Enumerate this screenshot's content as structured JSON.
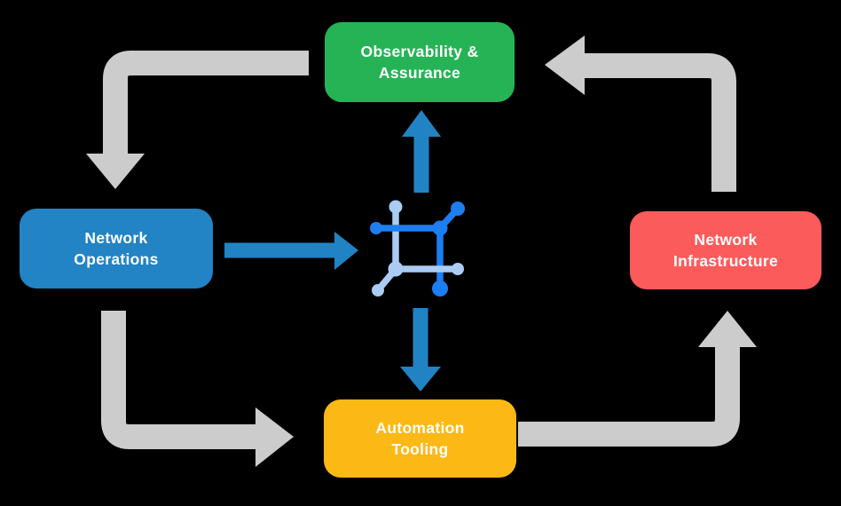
{
  "background": "#000000",
  "nodes": {
    "observability": {
      "label": "Observability &\nAssurance",
      "color": "#26b356"
    },
    "operations": {
      "label": "Network\nOperations",
      "color": "#2283c5"
    },
    "infrastructure": {
      "label": "Network\nInfrastructure",
      "color": "#fc5b5b"
    },
    "tooling": {
      "label": "Automation\nTooling",
      "color": "#fcb815"
    }
  },
  "icon": {
    "name": "network-mesh-icon",
    "primary": "#1d7ef2",
    "secondary": "#aaccf4"
  },
  "arrows": {
    "gray_color": "#cccccc",
    "blue_color": "#2283c4",
    "flow": [
      {
        "from": "observability",
        "to": "operations",
        "style": "gray-elbow"
      },
      {
        "from": "operations",
        "to": "tooling",
        "style": "gray-elbow"
      },
      {
        "from": "tooling",
        "to": "infrastructure",
        "style": "gray-elbow"
      },
      {
        "from": "infrastructure",
        "to": "observability",
        "style": "gray-elbow"
      },
      {
        "from": "operations",
        "to": "center-icon",
        "style": "blue-straight"
      },
      {
        "from": "center-icon",
        "to": "observability",
        "style": "blue-straight"
      },
      {
        "from": "center-icon",
        "to": "tooling",
        "style": "blue-straight"
      }
    ]
  }
}
